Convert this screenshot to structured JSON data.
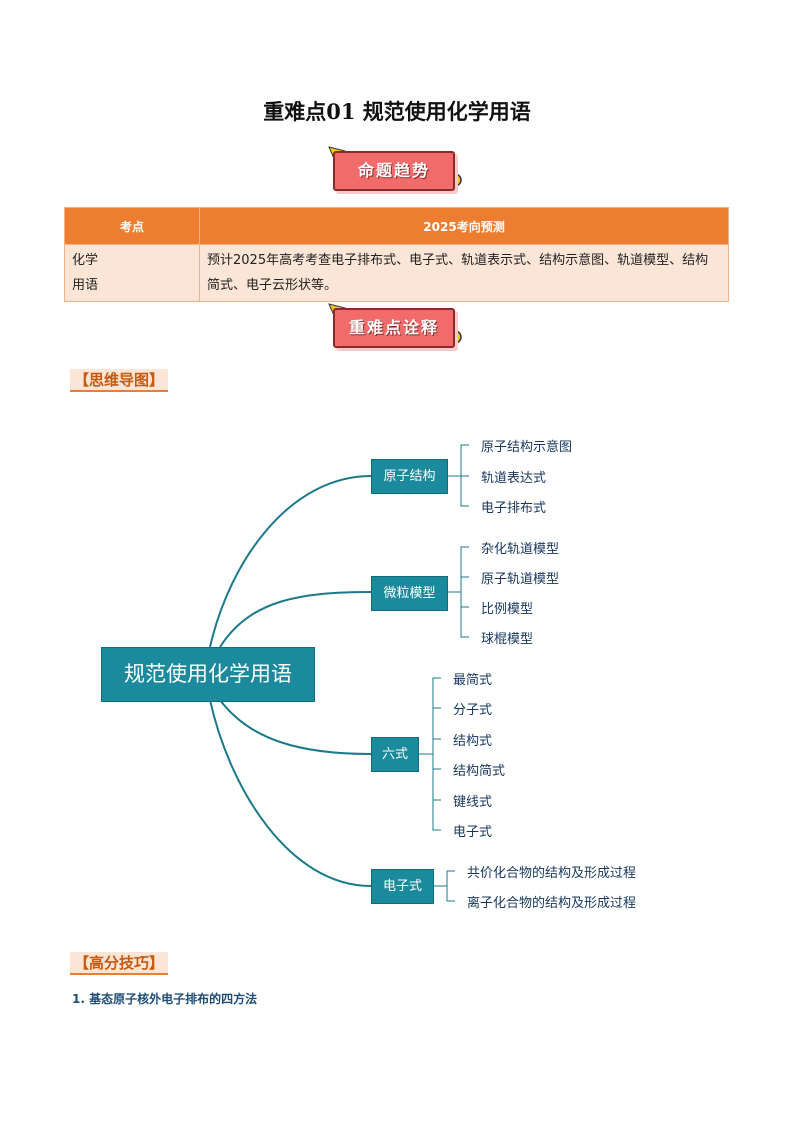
{
  "title": "重难点01  规范使用化学用语",
  "badge_trend": "命题趋势",
  "badge_explain": "重难点诠释",
  "table": {
    "headers": [
      "考点",
      "2025考向预测"
    ],
    "rows": [
      {
        "topic": "化学用语",
        "prediction": "预计2025年高考考查电子排布式、电子式、轨道表示式、结构示意图、轨道模型、结构简式、电子云形状等。"
      }
    ]
  },
  "mindmap_label": "【思维导图】",
  "mindmap": {
    "root": "规范使用化学用语",
    "branches": [
      {
        "label": "原子结构",
        "leaves": [
          "原子结构示意图",
          "轨道表达式",
          "电子排布式"
        ]
      },
      {
        "label": "微粒模型",
        "leaves": [
          "杂化轨道模型",
          "原子轨道模型",
          "比例模型",
          "球棍模型"
        ]
      },
      {
        "label": "六式",
        "leaves": [
          "最简式",
          "分子式",
          "结构式",
          "结构简式",
          "键线式",
          "电子式"
        ]
      },
      {
        "label": "电子式",
        "leaves": [
          "共价化合物的结构及形成过程",
          "离子化合物的结构及形成过程"
        ]
      }
    ]
  },
  "tips_label": "【高分技巧】",
  "tip1": "1. 基态原子核外电子排布的四方法",
  "colors": {
    "accent": "#ed7d31",
    "node": "#1b8a9c",
    "badge": "#f26b6b"
  }
}
